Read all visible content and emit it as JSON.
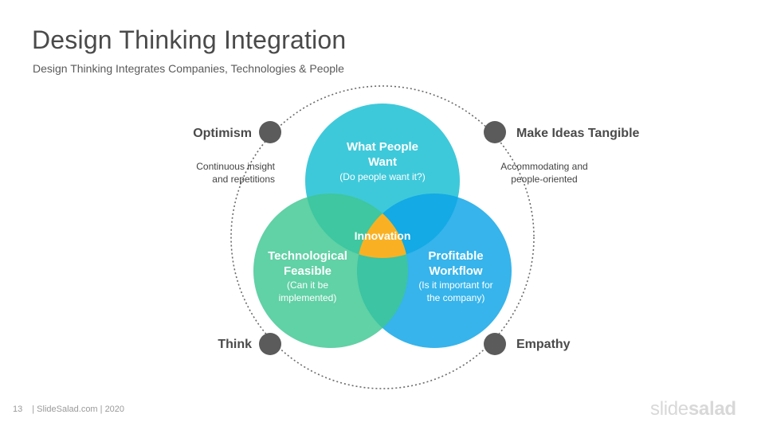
{
  "header": {
    "title": "Design Thinking Integration",
    "subtitle": "Design Thinking Integrates Companies, Technologies & People"
  },
  "diagram": {
    "center_label": "Innovation",
    "circles": {
      "top": {
        "title_line1": "What People",
        "title_line2": "Want",
        "sub": "(Do people want it?)",
        "color": "#29C3D6"
      },
      "left": {
        "title_line1": "Technological",
        "title_line2": "Feasible",
        "sub_line1": "(Can it be",
        "sub_line2": "implemented)",
        "color": "#3EC792"
      },
      "right": {
        "title_line1": "Profitable",
        "title_line2": "Workflow",
        "sub_line1": "(Is it important  for",
        "sub_line2": "the company)",
        "color": "#0AA3E7"
      }
    },
    "overlap_color": "#F9B123",
    "markers": {
      "optimism": {
        "label": "Optimism",
        "desc_line1": "Continuous  insight",
        "desc_line2": "and repetitions"
      },
      "tangible": {
        "label": "Make Ideas Tangible",
        "desc_line1": "Accommodating  and",
        "desc_line2": "people-oriented"
      },
      "think": {
        "label": "Think"
      },
      "empathy": {
        "label": "Empathy"
      }
    },
    "marker_color": "#5B5B5B"
  },
  "footer": {
    "page_number": "13",
    "credit": "| SlideSalad.com | 2020",
    "brand_light": "slide",
    "brand_bold": "salad"
  }
}
